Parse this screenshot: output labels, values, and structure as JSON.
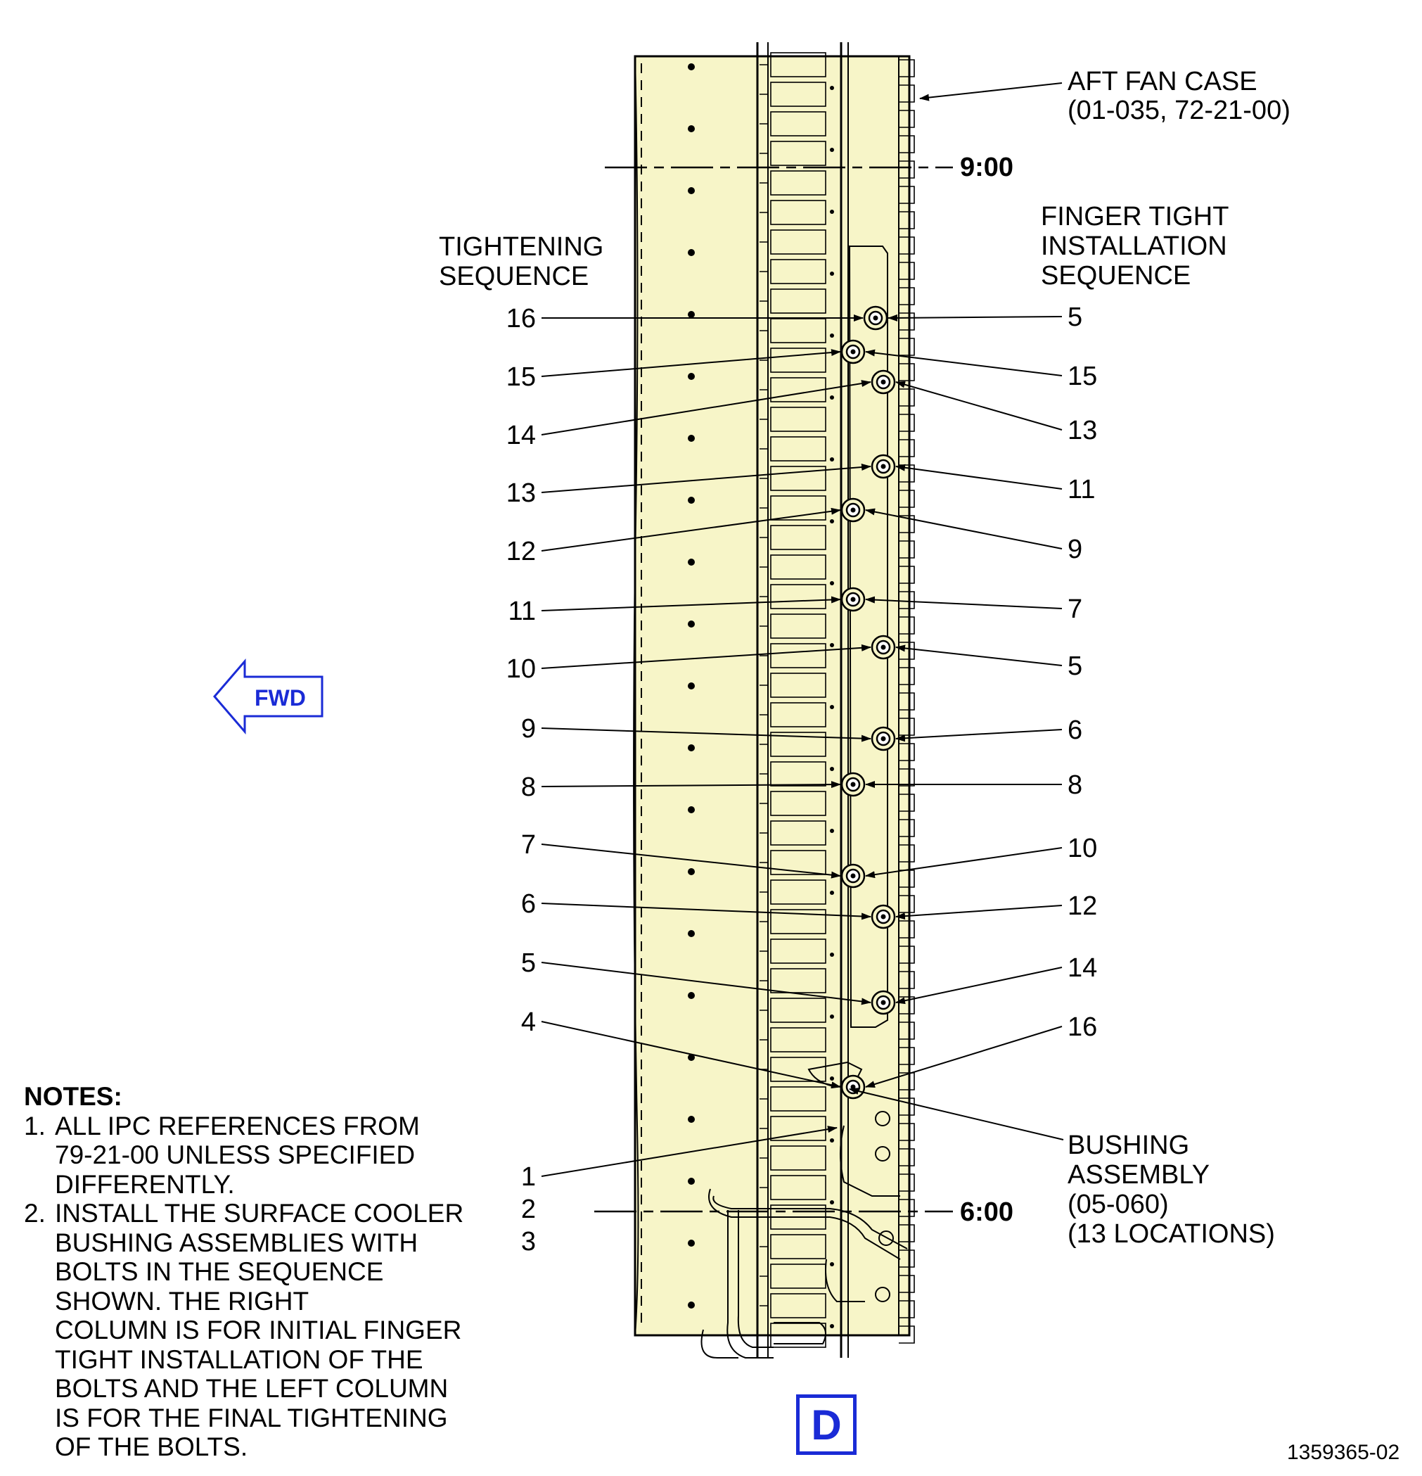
{
  "labels": {
    "aft_fan_case": [
      "AFT FAN CASE",
      "(01-035, 72-21-00)"
    ],
    "clock_9": "9:00",
    "clock_6": "6:00",
    "finger_tight": [
      "FINGER TIGHT",
      "INSTALLATION",
      "SEQUENCE"
    ],
    "tightening": [
      "TIGHTENING",
      "SEQUENCE"
    ],
    "bushing": [
      "BUSHING",
      "ASSEMBLY",
      "(05-060)",
      "(13 LOCATIONS)"
    ],
    "fwd": "FWD",
    "view": "D",
    "figure_number": "1359365-02"
  },
  "left_sequence": [
    "16",
    "15",
    "14",
    "13",
    "12",
    "11",
    "10",
    "9",
    "8",
    "7",
    "6",
    "5",
    "4",
    "1",
    "2",
    "3"
  ],
  "right_sequence": [
    "5",
    "15",
    "13",
    "11",
    "9",
    "7",
    "5",
    "6",
    "8",
    "10",
    "12",
    "14",
    "16"
  ],
  "notes": {
    "heading": "NOTES:",
    "items": [
      {
        "num": "1.",
        "lines": [
          "ALL IPC REFERENCES FROM",
          "79-21-00 UNLESS SPECIFIED",
          "DIFFERENTLY."
        ]
      },
      {
        "num": "2.",
        "lines": [
          "INSTALL THE SURFACE COOLER",
          "BUSHING ASSEMBLIES WITH",
          "BOLTS IN THE SEQUENCE",
          "SHOWN. THE RIGHT",
          "COLUMN IS FOR INITIAL FINGER",
          "TIGHT INSTALLATION OF THE",
          "BOLTS AND THE LEFT COLUMN",
          "IS FOR THE FINAL TIGHTENING",
          "OF THE BOLTS."
        ]
      }
    ]
  },
  "colors": {
    "panel": "#f7f5c8",
    "accent": "#1a2bd6",
    "line": "#000000"
  }
}
